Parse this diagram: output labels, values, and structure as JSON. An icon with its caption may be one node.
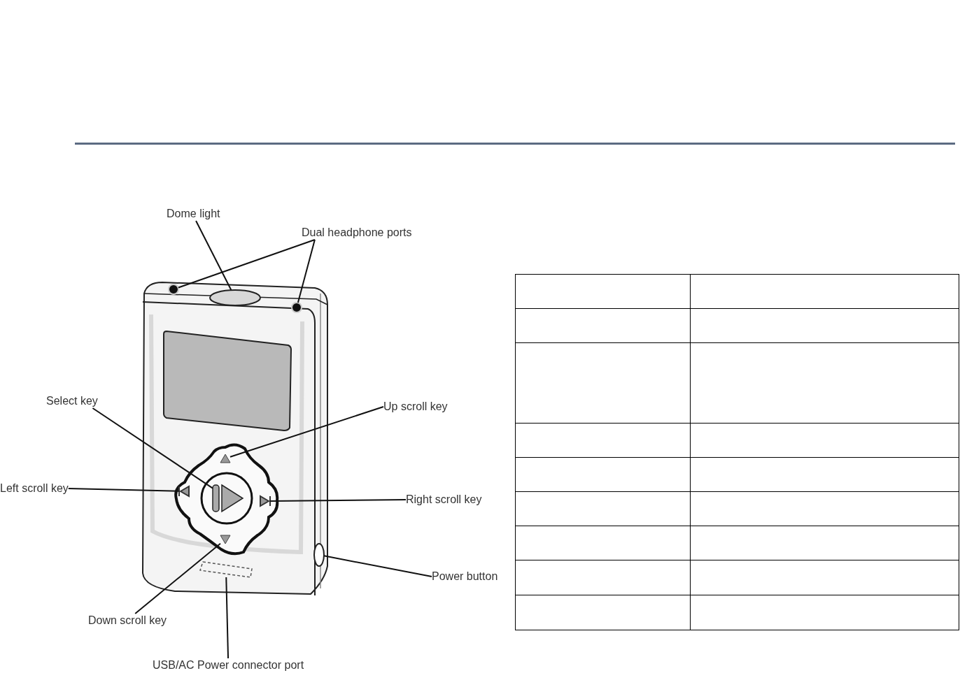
{
  "diagram": {
    "nodes": [
      {
        "text": [
          "Dome light"
        ]
      },
      {
        "text": [
          "Dual headphone ports"
        ]
      },
      {
        "text": [
          "Select key"
        ]
      },
      {
        "text": [
          "Up scroll key"
        ]
      },
      {
        "text": [
          "Left scroll key"
        ]
      },
      {
        "text": [
          "Right scroll key"
        ]
      },
      {
        "text": [
          "Power button"
        ]
      },
      {
        "text": [
          "Down scroll key"
        ]
      },
      {
        "text": [
          "USB/AC Power connector port"
        ]
      },
      {
        "text": [],
        "shape": "circle"
      },
      {
        "text": [],
        "shape": "circle"
      },
      {
        "text": [],
        "shape": "circle"
      },
      {
        "text": [],
        "shape": "triangle"
      },
      {
        "text": [],
        "shape": "triangle"
      },
      {
        "text": [],
        "shape": "triangle"
      },
      {
        "text": [],
        "shape": "triangle"
      },
      {
        "text": [],
        "shape": "triangle"
      },
      {
        "text": [],
        "shape": "circle"
      },
      {
        "text": [],
        "shape": "box"
      }
    ],
    "edges": [
      {
        "from": 0,
        "to": 10,
        "arrow": "none"
      },
      {
        "from": 1,
        "to": 9,
        "arrow": "none"
      },
      {
        "from": 1,
        "to": 11,
        "arrow": "none"
      },
      {
        "from": 2,
        "to": 14,
        "arrow": "none"
      },
      {
        "from": 3,
        "to": 12,
        "arrow": "none"
      },
      {
        "from": 4,
        "to": 13,
        "arrow": "none"
      },
      {
        "from": 5,
        "to": 15,
        "arrow": "none"
      },
      {
        "from": 6,
        "to": 17,
        "arrow": "none"
      },
      {
        "from": 7,
        "to": 16,
        "arrow": "none"
      },
      {
        "from": 8,
        "to": 18,
        "arrow": "none"
      }
    ]
  }
}
